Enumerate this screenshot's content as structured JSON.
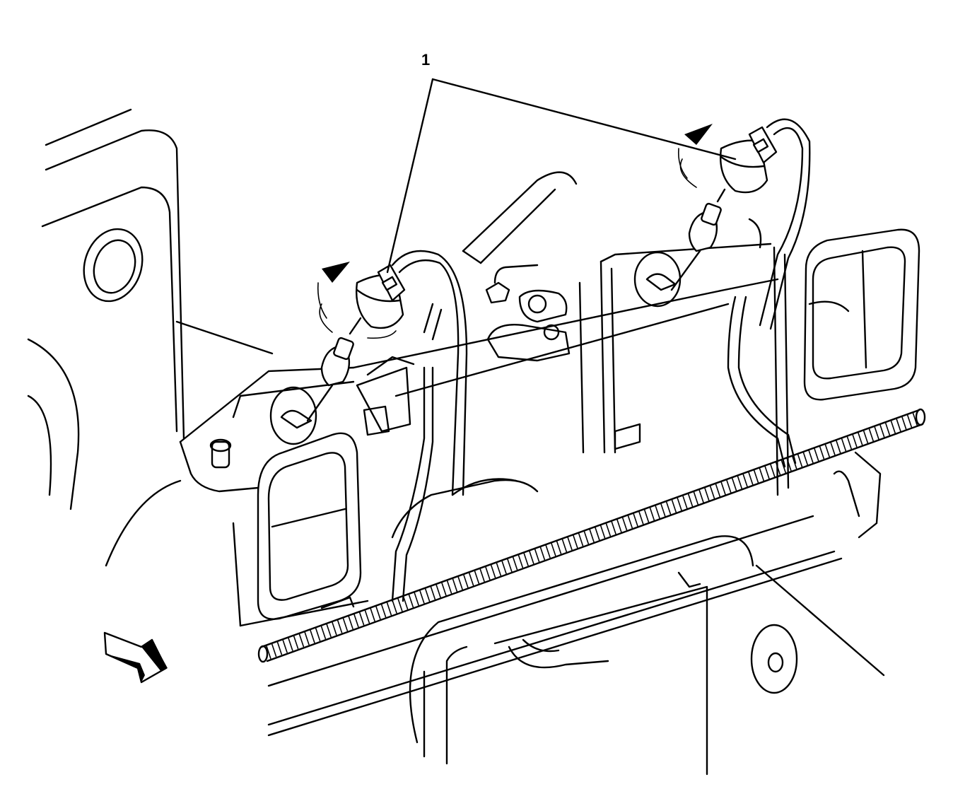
{
  "callout": {
    "label": "1",
    "targets": [
      "left-bulb-socket",
      "right-bulb-socket"
    ]
  },
  "icons": {
    "rotation_arrow": "curved-arrow-icon",
    "view_direction": "view-direction-arrow-icon"
  },
  "colors": {
    "line": "#000000",
    "background": "#ffffff"
  }
}
